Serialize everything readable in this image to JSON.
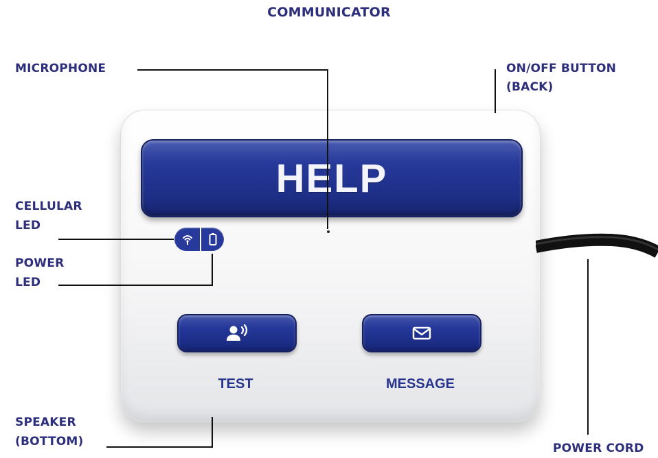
{
  "title": "COMMUNICATOR",
  "callouts": {
    "microphone": "MICROPHONE",
    "onoff_line1": "ON/OFF BUTTON",
    "onoff_line2": "(BACK)",
    "cellular_line1": "CELLULAR",
    "cellular_line2": "LED",
    "power_line1": "POWER",
    "power_line2": "LED",
    "speaker_line1": "SPEAKER",
    "speaker_line2": "(BOTTOM)",
    "power_cord": "POWER CORD"
  },
  "device": {
    "help_label": "HELP",
    "test_label": "TEST",
    "message_label": "MESSAGE",
    "test_icon": "speaking-person-icon",
    "message_icon": "envelope-icon",
    "cellular_icon": "signal-icon",
    "power_icon": "battery-icon"
  },
  "colors": {
    "label_text": "#2d2f7c",
    "button_blue": "#1d2e86",
    "device_body": "#f6f6f7",
    "cord": "#111111"
  }
}
